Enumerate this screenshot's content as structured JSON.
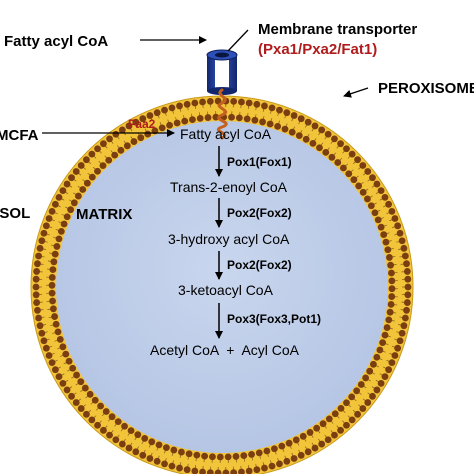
{
  "colors": {
    "membrane_outer": "#f2c43a",
    "membrane_head": "#7a3e10",
    "matrix_fill": "#bccbe6",
    "enzyme_red": "#b01c1c",
    "transporter_blue": "#1f3f9e",
    "protein_coil": "#c5611f"
  },
  "labels": {
    "fatty_acyl_coa_outside": "Fatty acyl CoA",
    "transporter_title": "Membrane transporter",
    "transporter_genes": "(Pxa1/Pxa2/Fat1)",
    "peroxisome": "PEROXISOME",
    "mcfa": "MCFA",
    "cytosol": "CYTOSOL",
    "matrix": "MATRIX",
    "faa2": "Faa2"
  },
  "pathway": {
    "substrates": [
      "Fatty acyl CoA",
      "Trans-2-enoyl CoA",
      "3-hydroxy acyl CoA",
      "3-ketoacyl CoA",
      "Acetyl CoA  +  Acyl CoA"
    ],
    "enzymes": [
      "Pox1(Fox1)",
      "Pox2(Fox2)",
      "Pox2(Fox2)",
      "Pox3(Fox3,Pot1)"
    ]
  }
}
